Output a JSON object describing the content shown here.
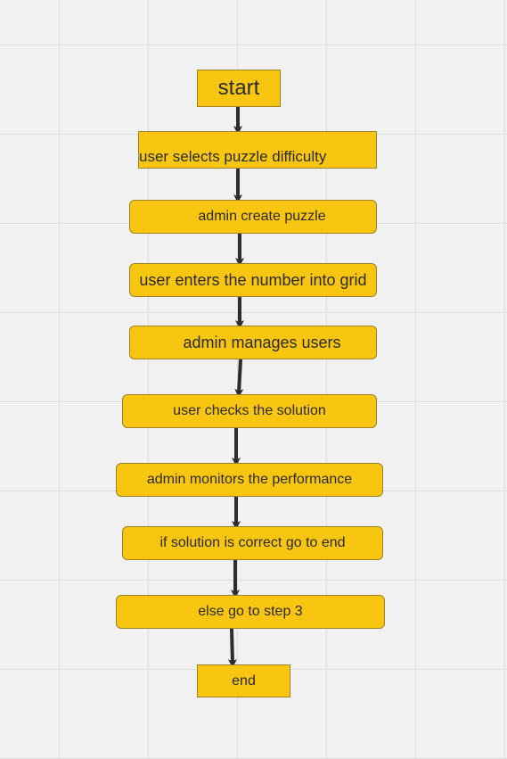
{
  "colors": {
    "node_fill": "#f8c611",
    "arrow": "#2d2d2d",
    "canvas": "#f1f1f1",
    "grid": "#dedede"
  },
  "nodes": [
    {
      "id": "start",
      "label": "start"
    },
    {
      "id": "select-difficulty",
      "label": "user selects puzzle difficulty"
    },
    {
      "id": "admin-create",
      "label": "admin create puzzle"
    },
    {
      "id": "enter-number",
      "label": "user enters the number into grid"
    },
    {
      "id": "manage-users",
      "label": "admin manages users"
    },
    {
      "id": "check-solution",
      "label": "user checks the solution"
    },
    {
      "id": "monitor-performance",
      "label": "admin monitors the performance"
    },
    {
      "id": "if-correct",
      "label": "if solution is correct go to end"
    },
    {
      "id": "else-step",
      "label": "else go to step 3"
    },
    {
      "id": "end",
      "label": "end"
    }
  ],
  "edges": [
    {
      "from": "start",
      "to": "select-difficulty"
    },
    {
      "from": "select-difficulty",
      "to": "admin-create"
    },
    {
      "from": "admin-create",
      "to": "enter-number"
    },
    {
      "from": "enter-number",
      "to": "manage-users"
    },
    {
      "from": "manage-users",
      "to": "check-solution"
    },
    {
      "from": "check-solution",
      "to": "monitor-performance"
    },
    {
      "from": "monitor-performance",
      "to": "if-correct"
    },
    {
      "from": "if-correct",
      "to": "else-step"
    },
    {
      "from": "else-step",
      "to": "end"
    }
  ]
}
